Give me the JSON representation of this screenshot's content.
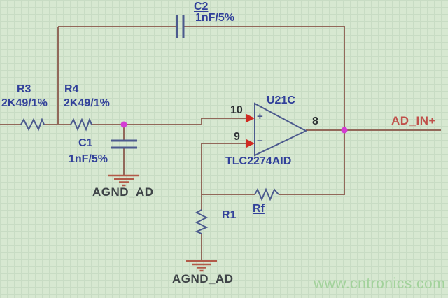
{
  "colors": {
    "bg": "#d7e8d1",
    "grid": "#c8dcc4",
    "wire": "#92685a",
    "symbol": "#4c5a8e",
    "label": "#31409a",
    "pin_text": "#2d3034",
    "ground": "#b25a49",
    "junction": "#d43cd4",
    "arrow": "#d02a22",
    "net_label": "#c0504a",
    "agnd_text": "#3e4347",
    "watermark": "#a2d29b"
  },
  "components": {
    "c2": {
      "ref": "C2",
      "value": "1nF/5%"
    },
    "c1": {
      "ref": "C1",
      "value": "1nF/5%"
    },
    "r3": {
      "ref": "R3",
      "value": "2K49/1%"
    },
    "r4": {
      "ref": "R4",
      "value": "2K49/1%"
    },
    "rf": {
      "ref": "Rf"
    },
    "r1": {
      "ref": "R1"
    },
    "opamp": {
      "ref": "U21C",
      "part": "TLC2274AID",
      "pin_noninverting": "10",
      "pin_inverting": "9",
      "pin_output": "8",
      "plus_sign": "+",
      "minus_sign": "−"
    }
  },
  "grounds": [
    {
      "label": "AGND_AD"
    },
    {
      "label": "AGND_AD"
    }
  ],
  "nets": {
    "output": "AD_IN+"
  },
  "watermark": "www.cntronics.com"
}
